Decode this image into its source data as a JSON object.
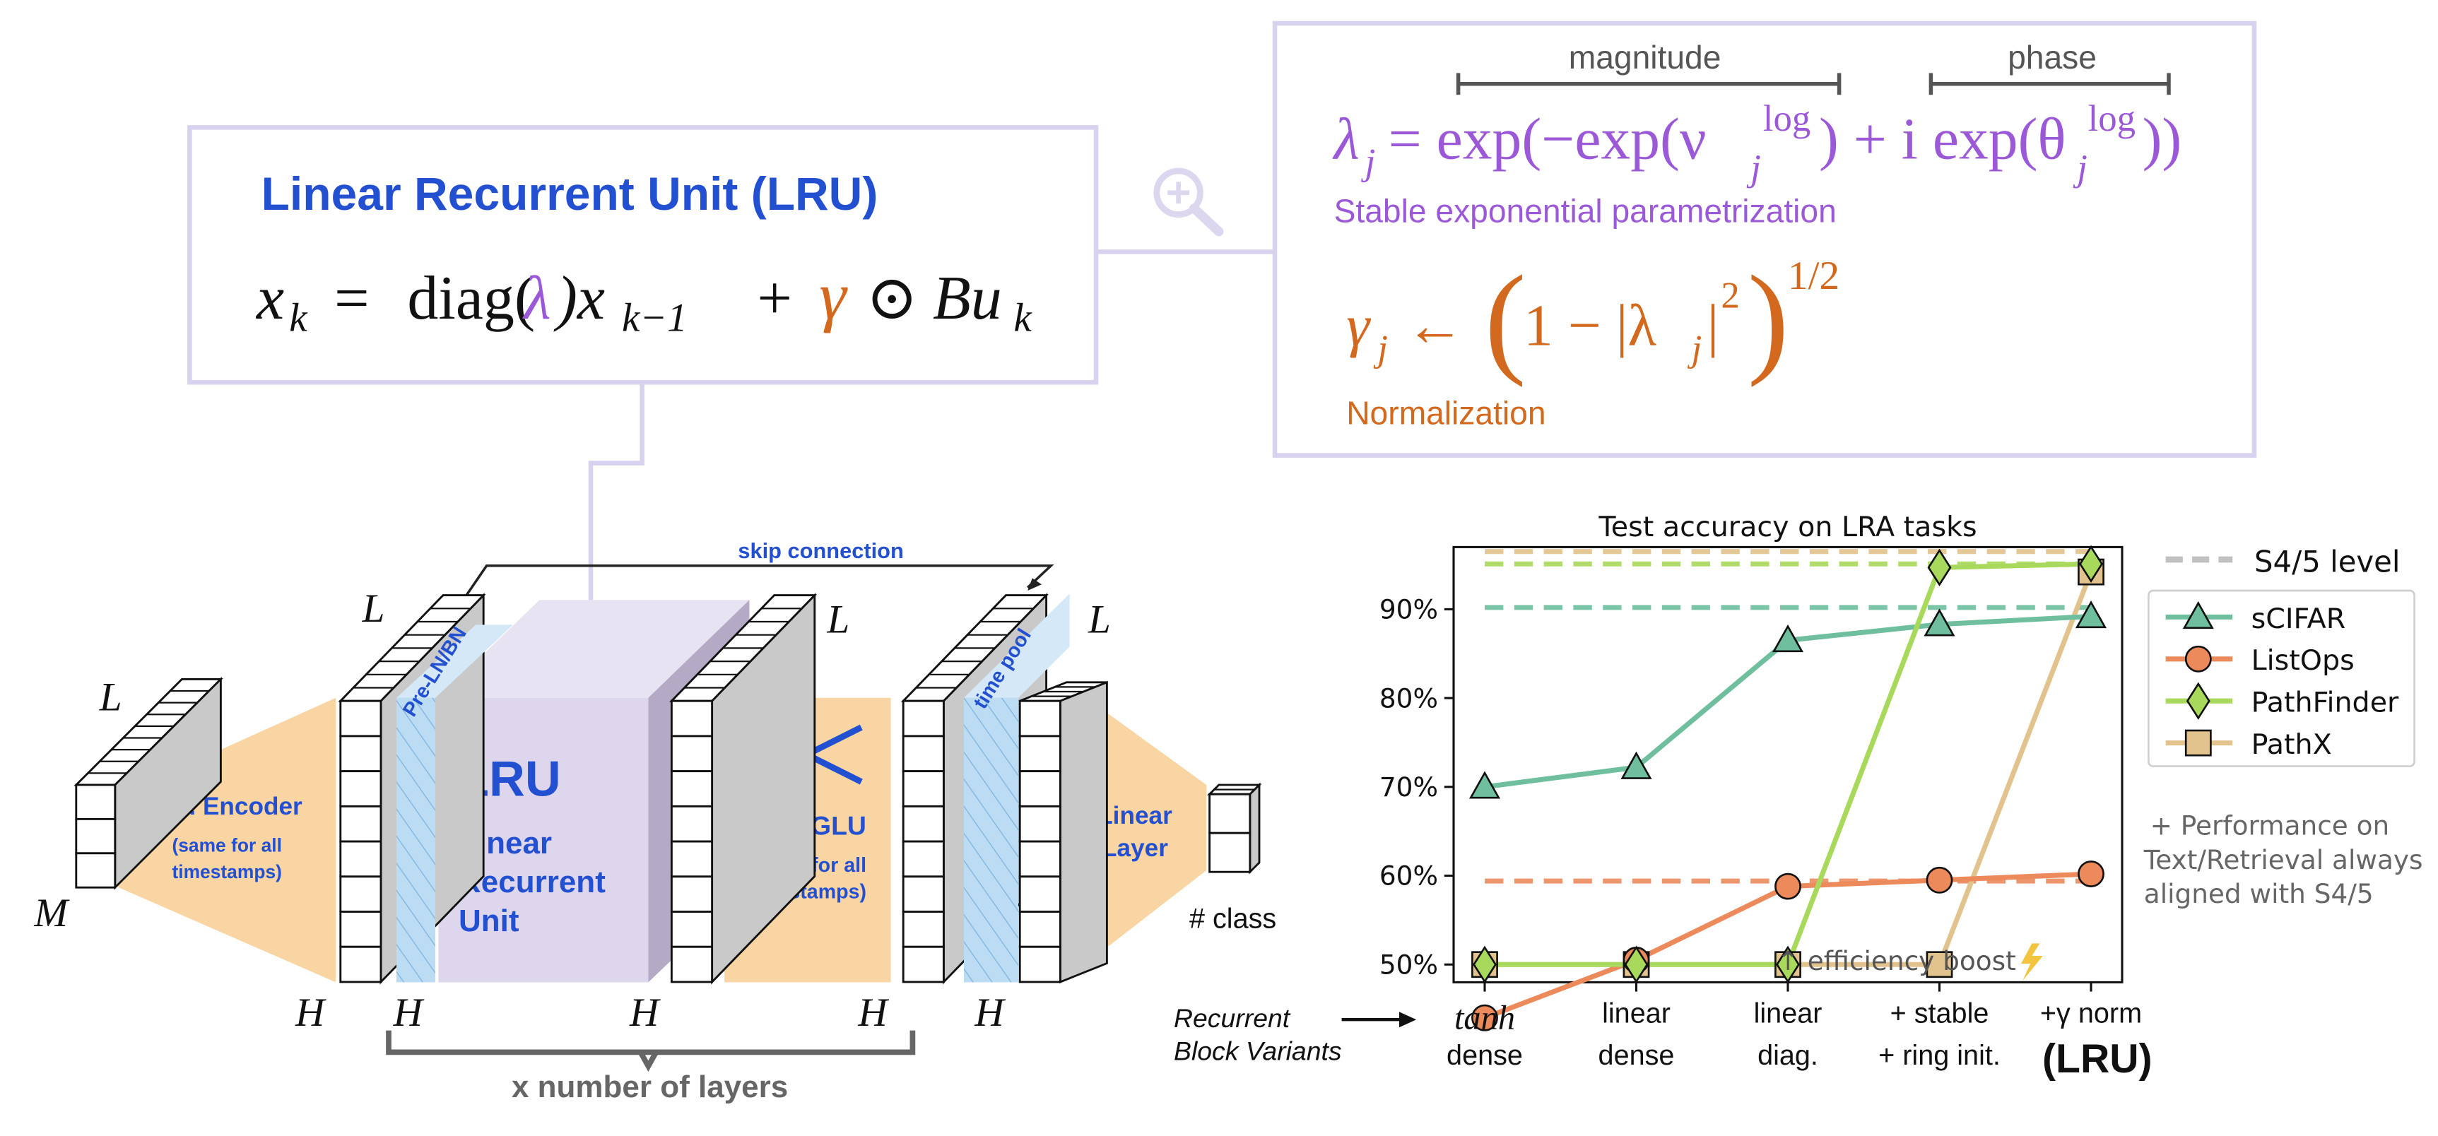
{
  "colors": {
    "frame": "#d9d2ee",
    "title_blue": "#2350d0",
    "lambda_purple": "#9b59d8",
    "gamma_orange": "#d2691e",
    "orange_fill": "#f8d5a3",
    "lru_fill": "#ddd6ec",
    "ln_fill": "#bcdcf3",
    "scifar": "#6fbf9f",
    "listops": "#ec8a5c",
    "pathfinder": "#a9d95c",
    "pathx": "#e3c38d",
    "s45": "#c0c0c0"
  },
  "lru_box": {
    "title": "Linear Recurrent Unit (LRU)",
    "eq_lhs": "x",
    "eq_lhs_sub": "k",
    "eq_eq": "=",
    "eq_diag": "diag(",
    "eq_lambda": "λ",
    "eq_close": ")x",
    "eq_sub2": "k−1",
    "eq_plus": "+",
    "eq_gamma": "γ",
    "eq_odot": "⊙",
    "eq_bu": "Bu",
    "eq_bu_sub": "k"
  },
  "param_box": {
    "magnitude_label": "magnitude",
    "phase_label": "phase",
    "lambda_eq_lhs": "λ",
    "lambda_eq_sub": "j",
    "lambda_eq_mid": "= exp(−exp(ν",
    "lambda_eq_log1": "log",
    "lambda_eq_mid2": ") + i exp(θ",
    "lambda_eq_log2": "log",
    "lambda_eq_end": "))",
    "stable_label": "Stable exponential parametrization",
    "gamma_lhs": "γ",
    "gamma_sub": "j",
    "gamma_arrow": "←",
    "gamma_body": "1 − |λ",
    "gamma_body_end": "|",
    "gamma_sq": "2",
    "gamma_exp": "1/2",
    "norm_label": "Normalization"
  },
  "magnifier_icon": "magnifier-icon",
  "architecture": {
    "skip_label": "skip connection",
    "encoder_title": "Lin. Encoder",
    "encoder_note_1": "(same for all",
    "encoder_note_2": "timestamps)",
    "preln_label": "Pre-LN/BN",
    "lru_big": "LRU",
    "lru_full_1": "Linear",
    "lru_full_2": "Recurrent",
    "lru_full_3": "Unit",
    "mlp_title": "MLP/GLU",
    "mlp_note_1": "(same for all",
    "mlp_note_2": "timestamps)",
    "timepool_label": "time pool",
    "linear_layer_1": "Linear",
    "linear_layer_2": "Layer",
    "class_label": "# class",
    "label_L": "L",
    "label_M": "M",
    "label_H": "H",
    "layers_label": "x number of layers"
  },
  "chart_data": {
    "type": "line",
    "title": "Test accuracy on LRA tasks",
    "categories": [
      "tanh dense",
      "linear dense",
      "linear diag.",
      "+ stable + ring init.",
      "+γ norm (LRU)"
    ],
    "x_labels": [
      {
        "line1": "tanh",
        "line2": "dense"
      },
      {
        "line1": "linear",
        "line2": "dense"
      },
      {
        "line1": "linear",
        "line2": "diag."
      },
      {
        "line1": "+ stable",
        "line2": "+ ring init."
      },
      {
        "line1": "+γ norm",
        "line2": "(LRU)"
      }
    ],
    "ylim": [
      48,
      97
    ],
    "yticks": [
      50,
      60,
      70,
      80,
      90
    ],
    "ytick_labels": [
      "50%",
      "60%",
      "70%",
      "80%",
      "90%"
    ],
    "series": [
      {
        "name": "sCIFAR",
        "marker": "triangle",
        "color": "#6fbf9f",
        "values": [
          70,
          72.2,
          86.5,
          88.3,
          89.2
        ],
        "s45_level": 90.2
      },
      {
        "name": "ListOps",
        "marker": "circle",
        "color": "#ec8a5c",
        "values": [
          44,
          50.5,
          58.8,
          59.5,
          60.2
        ],
        "s45_level": 59.4
      },
      {
        "name": "PathFinder",
        "marker": "diamond",
        "color": "#a9d95c",
        "values": [
          50,
          50,
          50,
          94.7,
          95.1
        ],
        "s45_level": 95.1
      },
      {
        "name": "PathX",
        "marker": "square",
        "color": "#e3c38d",
        "values": [
          50,
          50,
          50,
          50,
          94.2
        ],
        "s45_level": 96.5
      }
    ],
    "legend_s45": "S4/5 level",
    "annotation_efficiency": "↑ efficiency boost",
    "lightning_icon": "lightning-icon",
    "x_axis_caption_1": "Recurrent",
    "x_axis_caption_2": "Block Variants",
    "arrow_icon": "right-arrow-icon",
    "note_1": "+ Performance on",
    "note_2": "Text/Retrieval always",
    "note_3": "aligned with S4/5",
    "grid": false,
    "legend_placement": "right"
  }
}
